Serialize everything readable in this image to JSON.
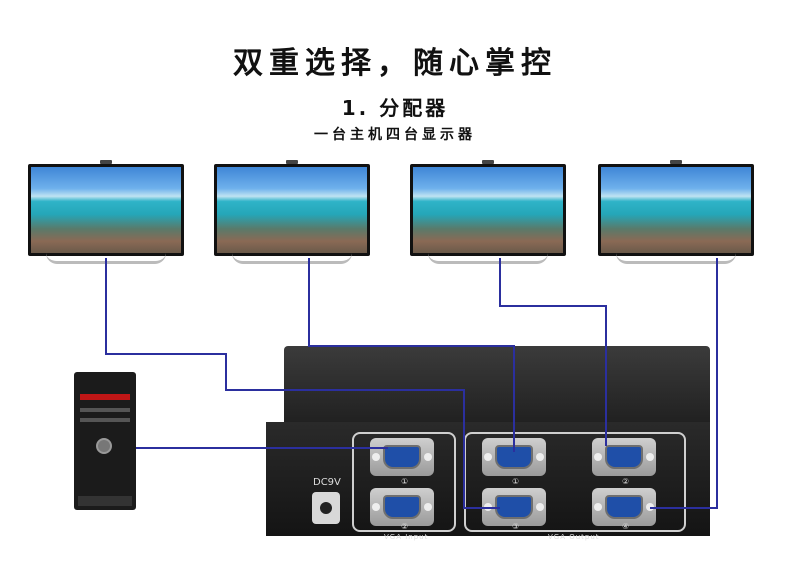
{
  "heading": "双重选择，随心掌控",
  "subheading": "1. 分配器",
  "caption": "一台主机四台显示器",
  "device": {
    "power_label": "DC9V",
    "input_label": "VGA Input",
    "output_label": "VGA Output",
    "port_numbers": [
      "①",
      "②",
      "③",
      "④"
    ]
  },
  "colors": {
    "cable": "#2b2f9e",
    "device": "#1c1c1c",
    "port_blue": "#1f4fa8"
  },
  "icons": [
    "monitor-icon",
    "pc-tower-icon",
    "vga-port-icon"
  ]
}
